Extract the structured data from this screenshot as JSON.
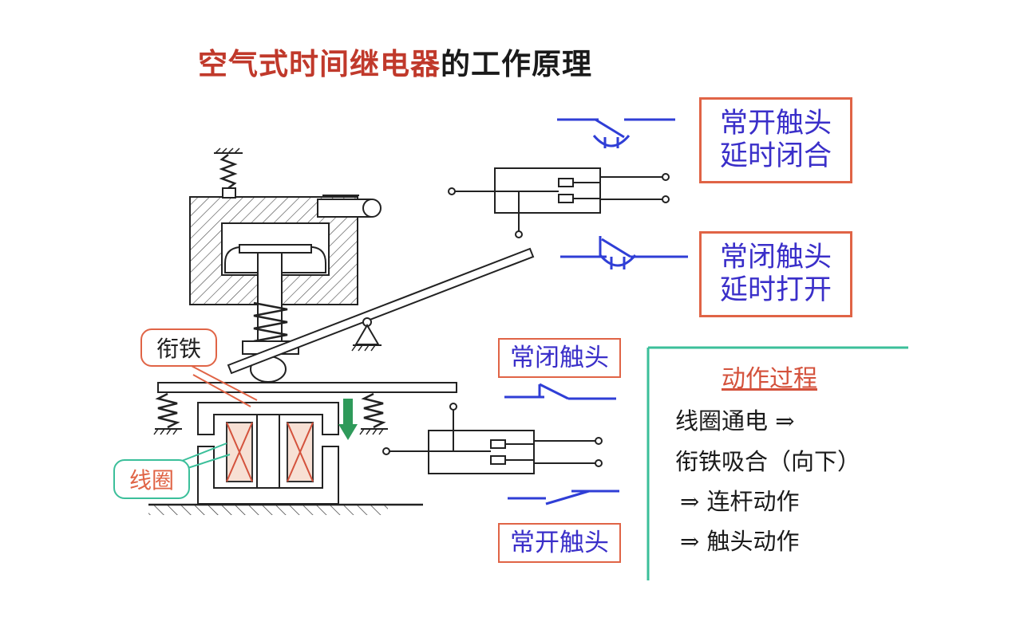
{
  "title": {
    "main": "空气式时间继电器",
    "suffix": "的工作原理"
  },
  "labels": {
    "no_delay_close": [
      "常开触头",
      "延时闭合"
    ],
    "nc_delay_open": [
      "常闭触头",
      "延时打开"
    ],
    "nc_contact": "常闭触头",
    "no_contact": "常开触头",
    "armature": "衔铁",
    "coil": "线圈"
  },
  "process": {
    "title": "动作过程",
    "steps": [
      "线圈通电  ⇒",
      "衔铁吸合（向下）",
      "⇒   连杆动作",
      "⇒   触头动作"
    ]
  },
  "colors": {
    "accent_red": "#e06446",
    "contact_blue": "#2f3ed6",
    "teal": "#3bbf9a",
    "arrow_green": "#2e9a5a"
  },
  "icons": [
    "spring-icon",
    "arrow-down-icon",
    "pivot-icon",
    "contact-symbol-icon"
  ]
}
